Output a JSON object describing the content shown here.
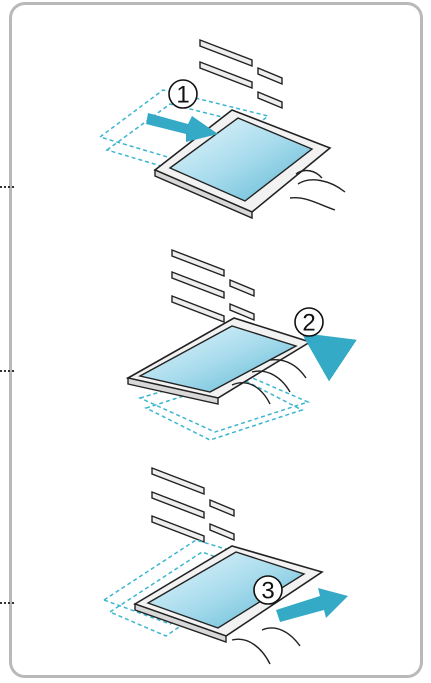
{
  "steps": [
    {
      "number": "1",
      "action": "slide-in"
    },
    {
      "number": "2",
      "action": "lift"
    },
    {
      "number": "3",
      "action": "slide-out"
    }
  ],
  "colors": {
    "frame_border": "#b9b9b9",
    "dashed_outline": "#3cb6cf",
    "arrow": "#35aac6",
    "screen_fill": "#bfe6f2",
    "tray_fill": "#f2f2f2"
  }
}
